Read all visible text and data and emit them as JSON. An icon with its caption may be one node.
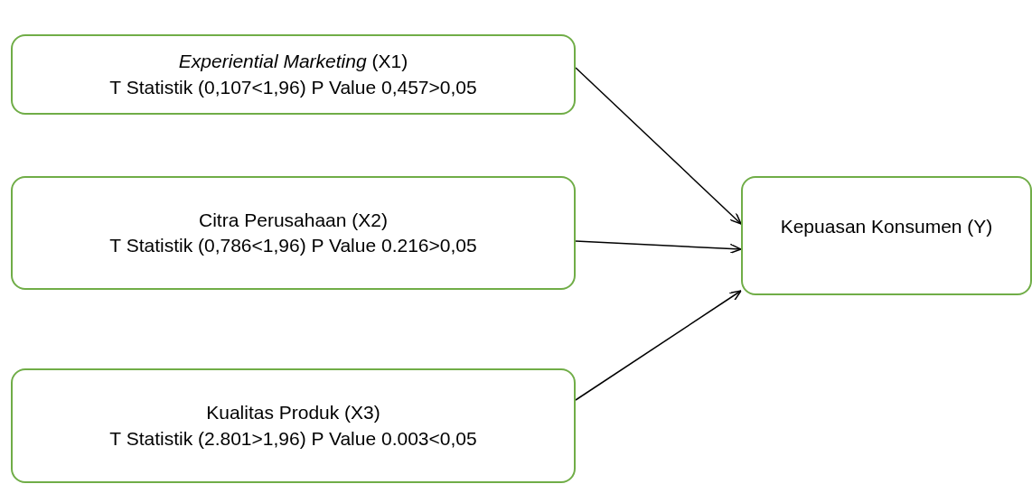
{
  "diagram": {
    "nodes": [
      {
        "text": [
          "*Experiential Marketing* (X1)",
          "T Statistik (0,107<1,96) P Value 0,457>0,05"
        ]
      },
      {
        "text": [
          "Citra Perusahaan (X2)",
          "T Statistik (0,786<1,96) P Value 0.216>0,05"
        ]
      },
      {
        "text": [
          "Kualitas Produk (X3)",
          "T Statistik (2.801>1,96) P Value 0.003<0,05"
        ]
      },
      {
        "text": [
          "Kepuasan Konsumen (Y)"
        ]
      }
    ],
    "edges": [
      {
        "from": 0,
        "to": 3,
        "arrow": "to"
      },
      {
        "from": 1,
        "to": 3,
        "arrow": "to"
      },
      {
        "from": 2,
        "to": 3,
        "arrow": "to"
      }
    ]
  }
}
